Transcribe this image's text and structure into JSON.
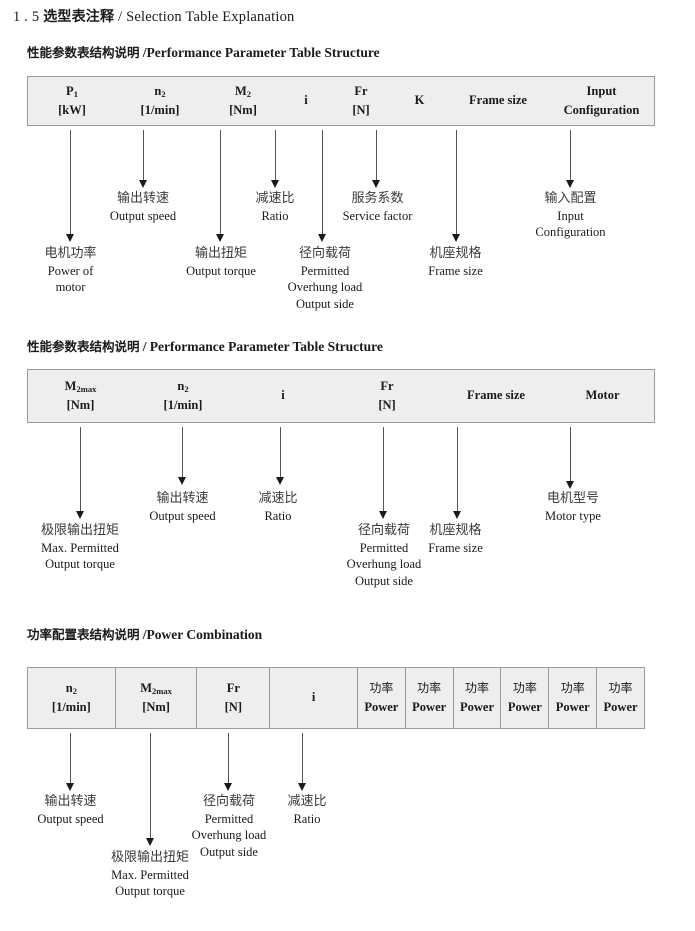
{
  "document": {
    "section_number": "1 . 5",
    "title_cn": "选型表注释",
    "title_sep": "/",
    "title_en": "Selection Table Explanation"
  },
  "sections": [
    {
      "heading_cn": "性能参数表结构说明",
      "heading_sep": "/",
      "heading_en": "Performance Parameter Table Structure",
      "table": {
        "divided": false,
        "columns": [
          {
            "symbol": "P",
            "sub": "1",
            "unit": "[kW]"
          },
          {
            "symbol": "n",
            "sub": "2",
            "unit": "[1/min]"
          },
          {
            "symbol": "M",
            "sub": "2",
            "unit": "[Nm]"
          },
          {
            "symbol": "i",
            "sub": "",
            "unit": ""
          },
          {
            "symbol": "Fr",
            "sub": "",
            "unit": "[N]"
          },
          {
            "symbol": "K",
            "sub": "",
            "unit": ""
          },
          {
            "symbol": "Frame size",
            "sub": "",
            "unit": ""
          },
          {
            "symbol": "Input",
            "sub": "",
            "unit": "Configuration"
          }
        ]
      },
      "notes": [
        {
          "cn": "电机功率",
          "en": [
            "Power of",
            "motor"
          ]
        },
        {
          "cn": "输出转速",
          "en": [
            "Output speed"
          ]
        },
        {
          "cn": "输出扭矩",
          "en": [
            "Output torque"
          ]
        },
        {
          "cn": "减速比",
          "en": [
            "Ratio"
          ]
        },
        {
          "cn": "径向载荷",
          "en": [
            "Permitted",
            "Overhung load",
            "Output side"
          ]
        },
        {
          "cn": "服务系数",
          "en": [
            "Service factor"
          ]
        },
        {
          "cn": "机座规格",
          "en": [
            "Frame size"
          ]
        },
        {
          "cn": "输入配置",
          "en": [
            "Input",
            "Configuration"
          ]
        }
      ]
    },
    {
      "heading_cn": "性能参数表结构说明",
      "heading_sep": "/",
      "heading_en": "Performance Parameter Table Structure",
      "table": {
        "divided": false,
        "columns": [
          {
            "symbol": "M",
            "sub": "2max",
            "unit": "[Nm]"
          },
          {
            "symbol": "n",
            "sub": "2",
            "unit": "[1/min]"
          },
          {
            "symbol": "i",
            "sub": "",
            "unit": ""
          },
          {
            "symbol": "Fr",
            "sub": "",
            "unit": "[N]"
          },
          {
            "symbol": "Frame size",
            "sub": "",
            "unit": ""
          },
          {
            "symbol": "Motor",
            "sub": "",
            "unit": ""
          }
        ]
      },
      "notes": [
        {
          "cn": "极限输出扭矩",
          "en": [
            "Max. Permitted",
            "Output  torque"
          ]
        },
        {
          "cn": "输出转速",
          "en": [
            "Output speed"
          ]
        },
        {
          "cn": "减速比",
          "en": [
            "Ratio"
          ]
        },
        {
          "cn": "径向载荷",
          "en": [
            "Permitted",
            "Overhung load",
            "Output side"
          ]
        },
        {
          "cn": "机座规格",
          "en": [
            "Frame size"
          ]
        },
        {
          "cn": "电机型号",
          "en": [
            "Motor type"
          ]
        }
      ]
    },
    {
      "heading_cn": "功率配置表结构说明",
      "heading_sep": "/",
      "heading_en": "Power Combination",
      "table": {
        "divided": true,
        "columns": [
          {
            "symbol": "n",
            "sub": "2",
            "unit": "[1/min]"
          },
          {
            "symbol": "M",
            "sub": "2max",
            "unit": "[Nm]"
          },
          {
            "symbol": "Fr",
            "sub": "",
            "unit": "[N]"
          },
          {
            "symbol": "i",
            "sub": "",
            "unit": ""
          },
          {
            "symbol": "功率",
            "sub": "",
            "unit": "Power"
          },
          {
            "symbol": "功率",
            "sub": "",
            "unit": "Power"
          },
          {
            "symbol": "功率",
            "sub": "",
            "unit": "Power"
          },
          {
            "symbol": "功率",
            "sub": "",
            "unit": "Power"
          },
          {
            "symbol": "功率",
            "sub": "",
            "unit": "Power"
          },
          {
            "symbol": "功率",
            "sub": "",
            "unit": "Power"
          }
        ]
      },
      "notes": [
        {
          "cn": "输出转速",
          "en": [
            "Output speed"
          ]
        },
        {
          "cn": "极限输出扭矩",
          "en": [
            "Max. Permitted",
            "Output  torque"
          ]
        },
        {
          "cn": "径向载荷",
          "en": [
            "Permitted",
            "Overhung load",
            "Output side"
          ]
        },
        {
          "cn": "减速比",
          "en": [
            "Ratio"
          ]
        }
      ]
    }
  ],
  "colors": {
    "table_fill": "#eeeeee",
    "table_border": "#9a9a9a",
    "arrow": "#1a1a1a",
    "text": "#1a1a1a"
  }
}
